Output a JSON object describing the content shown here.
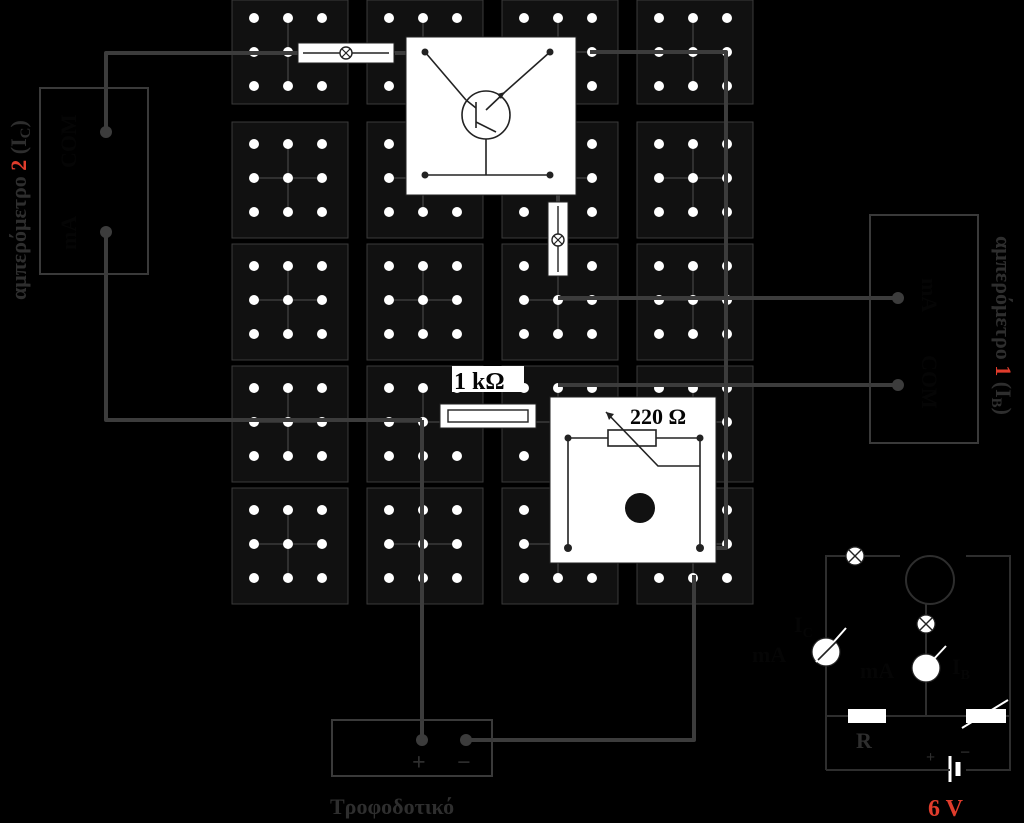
{
  "ammeter_left": {
    "title_prefix": "αμπερόμετρο ",
    "number": "2",
    "current": "(I",
    "current_sub": "C",
    "current_close": ")",
    "terminal_ma": "mA",
    "terminal_com": "COM"
  },
  "ammeter_right": {
    "title_prefix": "αμπερόμετρο ",
    "number": "1",
    "current": "(I",
    "current_sub": "B",
    "current_close": ")",
    "terminal_ma": "mA",
    "terminal_com": "COM"
  },
  "resistor_fixed": {
    "label": "1 kΩ"
  },
  "potentiometer": {
    "label": "220 Ω"
  },
  "power_supply": {
    "label": "Τροφοδοτικό",
    "plus": "+",
    "minus": "−"
  },
  "schematic": {
    "ic_label": "I",
    "ic_sub": "C",
    "ib_label": "I",
    "ib_sub": "B",
    "ma_left": "mA",
    "ma_right": "mA",
    "r_label": "R",
    "batt_plus": "+",
    "batt_minus": "−",
    "voltage": "6 V"
  },
  "colors": {
    "background": "#000000",
    "panel": "#111111",
    "panel_border": "#3a3a3a",
    "wire": "#3c3c3c",
    "component": "#ffffff",
    "accent": "#e03c2c",
    "label_gray": "#2e2e2e"
  }
}
